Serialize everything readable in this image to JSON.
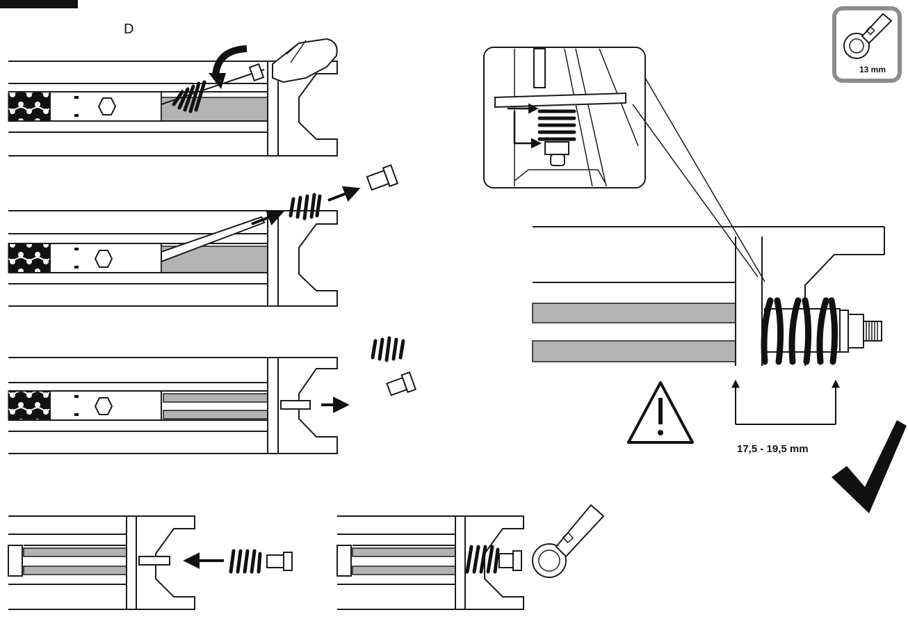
{
  "step_letter": "D",
  "tool_badge": {
    "size_text": "13 mm",
    "icon": "ring-wrench-icon"
  },
  "measurement": {
    "range_text": "17,5 - 19,5 mm"
  },
  "icons": {
    "warning": "warning-triangle-icon",
    "check": "checkmark-icon",
    "rotate": "rotate-arrow-icon",
    "hand": "hand-icon",
    "wrench": "ring-wrench-icon"
  },
  "colors": {
    "ink": "#111111",
    "grey_fill": "#b3b3b3",
    "badge_border": "#8c8c8c"
  }
}
